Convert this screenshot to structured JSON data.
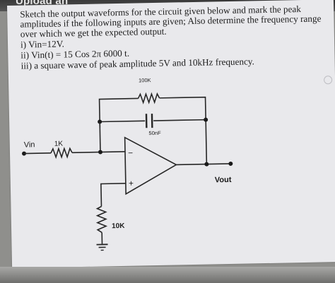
{
  "browser": {
    "top_label": "Upload an"
  },
  "question": {
    "lines": [
      "Sketch the output waveforms for the circuit given below and mark the peak",
      "amplitudes if the following inputs are given; Also determine the frequency range",
      "over which we get the expected output.",
      "i) Vin=12V.",
      "ii) Vin(t) = 15 Cos 2π 6000 t.",
      "iii) a square wave of peak amplitude 5V and 10kHz frequency."
    ]
  },
  "circuit": {
    "feedback_resistor": "100K",
    "feedback_capacitor": "50nF",
    "input_resistor": "1K",
    "input_label": "Vin",
    "ground_resistor": "10K",
    "output_label": "Vout",
    "opamp_minus": "−",
    "opamp_plus": "+"
  }
}
